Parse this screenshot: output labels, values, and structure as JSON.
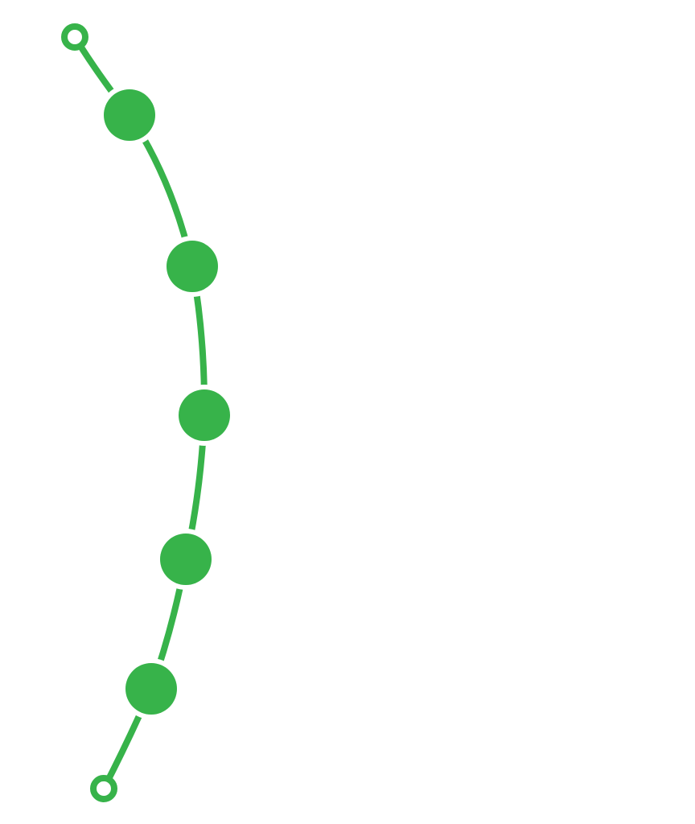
{
  "diagram": {
    "kind": "curved-timeline",
    "accent_color": "#37B34A",
    "background_color": "#FFFFFF",
    "step_count": 5,
    "steps": [
      {
        "marker": "filled-circle"
      },
      {
        "marker": "filled-circle"
      },
      {
        "marker": "filled-circle"
      },
      {
        "marker": "filled-circle"
      },
      {
        "marker": "filled-circle"
      }
    ],
    "endpoints": [
      {
        "marker": "hollow-ring"
      },
      {
        "marker": "hollow-ring"
      }
    ]
  }
}
